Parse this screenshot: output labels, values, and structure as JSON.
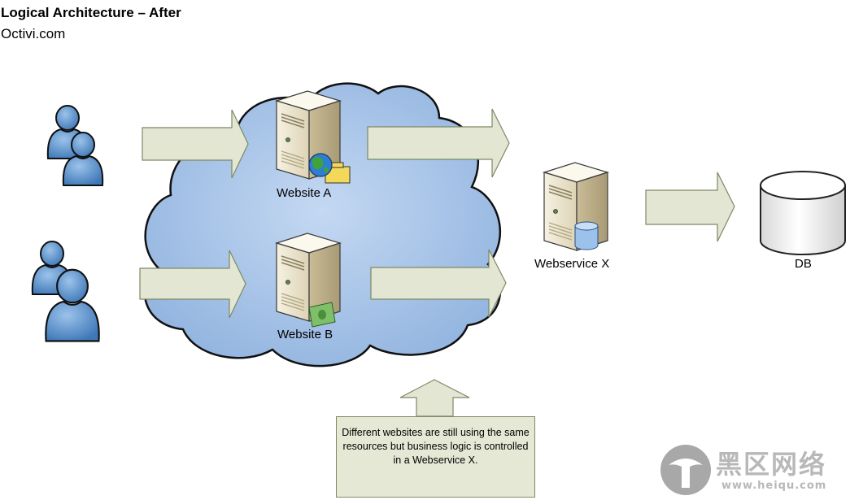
{
  "header": {
    "title": "Logical Architecture – After",
    "subtitle": "Octivi.com"
  },
  "nodes": {
    "website_a": "Website A",
    "website_b": "Website B",
    "webservice_x": "Webservice X",
    "db": "DB"
  },
  "note": {
    "text": "Different websites are still using the same resources but business logic is controlled in a Webservice X."
  },
  "watermark": {
    "cn": "黑区网络",
    "url": "www.heiqu.com"
  },
  "colors": {
    "arrow_fill": "#e3e6d3",
    "arrow_stroke": "#7c8964",
    "cloud_fill": "#a9c5e9",
    "user_blue": "#5b93cf",
    "server_beige": "#e9e2cc"
  }
}
